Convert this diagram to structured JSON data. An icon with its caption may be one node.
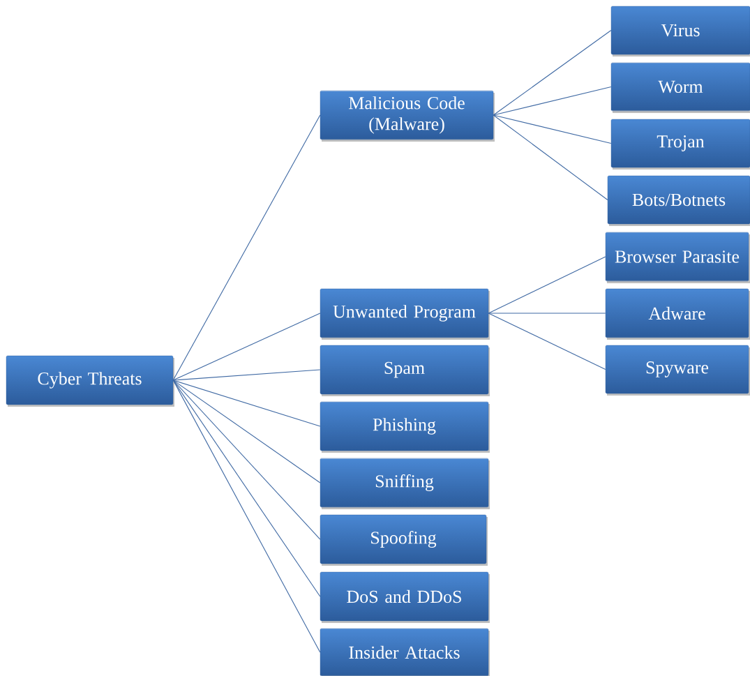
{
  "diagram": {
    "nodes": [
      {
        "text": [
          "Cyber Threats"
        ]
      },
      {
        "text": [
          "Malicious Code (Malware)"
        ]
      },
      {
        "text": [
          "Virus"
        ]
      },
      {
        "text": [
          "Worm"
        ]
      },
      {
        "text": [
          "Trojan"
        ]
      },
      {
        "text": [
          "Bots/Botnets"
        ]
      },
      {
        "text": [
          "Unwanted Program"
        ]
      },
      {
        "text": [
          "Browser Parasite"
        ]
      },
      {
        "text": [
          "Adware"
        ]
      },
      {
        "text": [
          "Spyware"
        ]
      },
      {
        "text": [
          "Spam"
        ]
      },
      {
        "text": [
          "Phishing"
        ]
      },
      {
        "text": [
          "Sniffing"
        ]
      },
      {
        "text": [
          "Spoofing"
        ]
      },
      {
        "text": [
          "DoS and DDoS"
        ]
      },
      {
        "text": [
          "Insider Attacks"
        ]
      }
    ],
    "edges": [
      {
        "from": 0,
        "to": 1,
        "arrow": "none"
      },
      {
        "from": 1,
        "to": 2,
        "arrow": "none"
      },
      {
        "from": 1,
        "to": 3,
        "arrow": "none"
      },
      {
        "from": 1,
        "to": 4,
        "arrow": "none"
      },
      {
        "from": 1,
        "to": 5,
        "arrow": "none"
      },
      {
        "from": 0,
        "to": 6,
        "arrow": "none"
      },
      {
        "from": 6,
        "to": 7,
        "arrow": "none"
      },
      {
        "from": 6,
        "to": 8,
        "arrow": "none"
      },
      {
        "from": 6,
        "to": 9,
        "arrow": "none"
      },
      {
        "from": 0,
        "to": 10,
        "arrow": "none"
      },
      {
        "from": 0,
        "to": 11,
        "arrow": "none"
      },
      {
        "from": 0,
        "to": 12,
        "arrow": "none"
      },
      {
        "from": 0,
        "to": 13,
        "arrow": "none"
      },
      {
        "from": 0,
        "to": 14,
        "arrow": "none"
      },
      {
        "from": 0,
        "to": 15,
        "arrow": "none"
      }
    ]
  }
}
